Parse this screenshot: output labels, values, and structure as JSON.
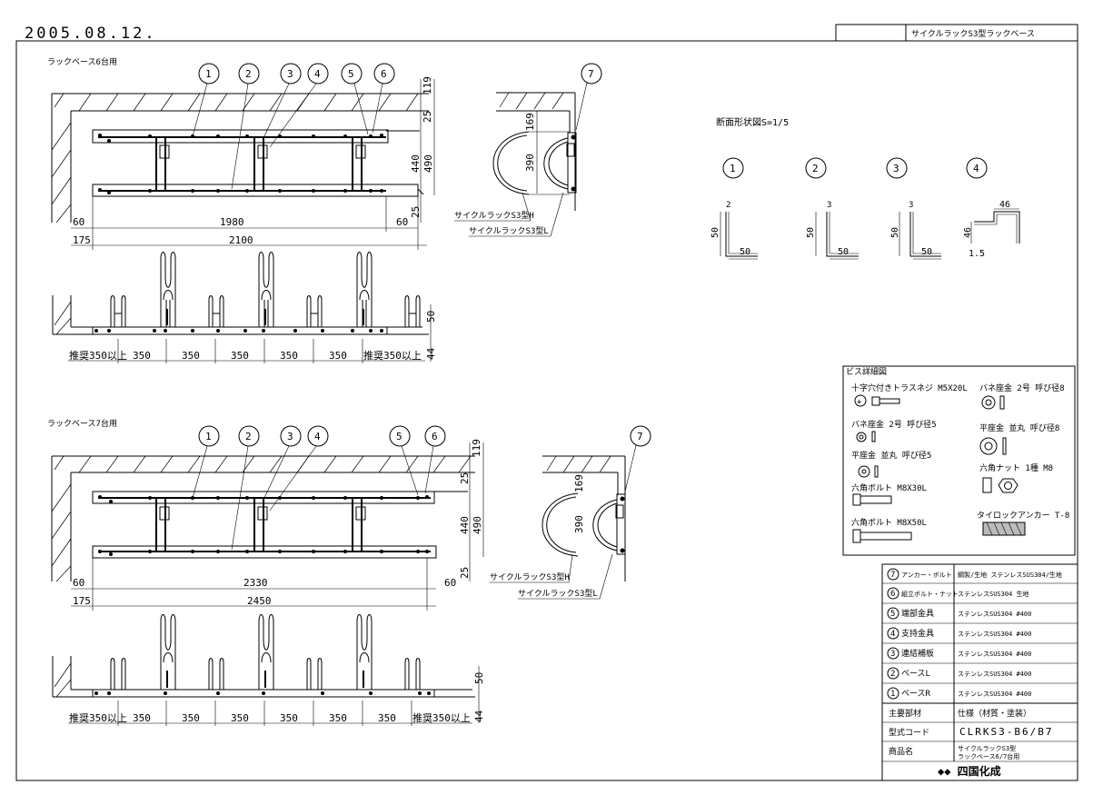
{
  "header": {
    "date": "2005.08.12.",
    "title": "サイクルラックS3型ラックベース"
  },
  "six": {
    "label": "ラックベース6台用",
    "balloons": [
      "1",
      "2",
      "3",
      "4",
      "5",
      "6"
    ],
    "dims": {
      "v119": "119",
      "v25a": "25",
      "v440": "440",
      "v490": "490",
      "v25b": "25",
      "h60l": "60",
      "h1980": "1980",
      "h60r": "60",
      "h175": "175",
      "h2100": "2100",
      "v50": "50",
      "v44": "44",
      "pitch": "350",
      "rec_l": "推奨350以上",
      "rec_r": "推奨350以上"
    },
    "side": {
      "balloon": "7",
      "v169": "169",
      "v390": "390",
      "label_h": "サイクルラックS3型H",
      "label_l": "サイクルラックS3型L"
    }
  },
  "seven": {
    "label": "ラックベース7台用",
    "balloons": [
      "1",
      "2",
      "3",
      "4",
      "5",
      "6"
    ],
    "dims": {
      "v119": "119",
      "v25a": "25",
      "v440": "440",
      "v490": "490",
      "v25b": "25",
      "h60l": "60",
      "h2330": "2330",
      "h60r": "60",
      "h175": "175",
      "h2450": "2450",
      "v50": "50",
      "v44": "44",
      "pitch": "350",
      "rec_l": "推奨350以上",
      "rec_r": "推奨350以上"
    },
    "side": {
      "balloon": "7",
      "v169": "169",
      "v390": "390",
      "label_h": "サイクルラックS3型H",
      "label_l": "サイクルラックS3型L"
    }
  },
  "sections": {
    "title": "断面形状図S=1/5",
    "items": [
      {
        "num": "1",
        "t": "2",
        "w": "50",
        "h": "50"
      },
      {
        "num": "2",
        "t": "3",
        "w": "50",
        "h": "50"
      },
      {
        "num": "3",
        "t": "3",
        "w": "50",
        "h": "50"
      },
      {
        "num": "4",
        "top": "46",
        "side": "46",
        "t": "1.5"
      }
    ]
  },
  "screws": {
    "title": "ビス詳細図",
    "s1": "十字穴付きトラスネジ M5X20L",
    "s2": "バネ座金 2号 呼び径8",
    "s3": "バネ座金 2号 呼び径5",
    "s4": "平座金 並丸 呼び径8",
    "s5": "平座金 並丸 呼び径5",
    "s6": "六角ナット 1種 M8",
    "s7": "六角ボルト M8X30L",
    "s8": "六角ボルト M8X50L",
    "s9": "タイロックアンカー T-8"
  },
  "parts": [
    {
      "num": "7",
      "name": "アンカー・ボルト",
      "mat": "鋼製/生地 ステンレスSUS304/生地"
    },
    {
      "num": "6",
      "name": "組立ボルト・ナット",
      "mat": "ステンレスSUS304 生地"
    },
    {
      "num": "5",
      "name": "端部金具",
      "mat": "ステンレスSUS304 #400"
    },
    {
      "num": "4",
      "name": "支持金具",
      "mat": "ステンレスSUS304 #400"
    },
    {
      "num": "3",
      "name": "連結補板",
      "mat": "ステンレスSUS304 #400"
    },
    {
      "num": "2",
      "name": "ベースL",
      "mat": "ステンレスSUS304 #400"
    },
    {
      "num": "1",
      "name": "ベースR",
      "mat": "ステンレスSUS304 #400"
    }
  ],
  "info": {
    "k_material": "主要部材",
    "v_material": "仕様（材質・塗装）",
    "k_code": "型式コード",
    "v_code": "CLRKS3-B6/B7",
    "k_name": "商品名",
    "v_name1": "サイクルラックS3型",
    "v_name2": "ラックベース6/7台用",
    "logo": "◆◆ 四国化成"
  }
}
